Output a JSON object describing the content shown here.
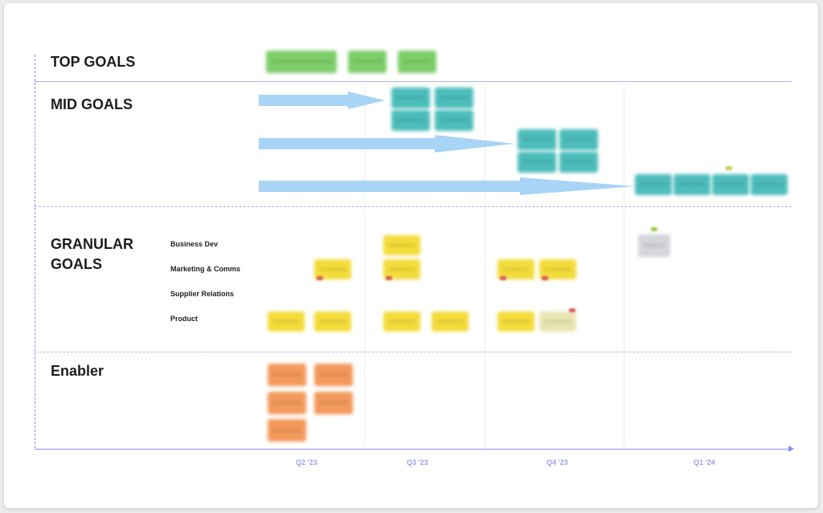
{
  "rows": {
    "top_goals": "TOP GOALS",
    "mid_goals": "MID GOALS",
    "granular_goals_line1": "GRANULAR",
    "granular_goals_line2": "GOALS",
    "enabler": "Enabler"
  },
  "lanes": [
    "Business Dev",
    "Marketing & Comms",
    "Supplier Relations",
    "Product"
  ],
  "quarters": [
    "Q2 '23",
    "Q3 '23",
    "Q4 '23",
    "Q1 '24"
  ],
  "colors": {
    "top_goal": "#7dce69",
    "mid_goal": "#4cbdbb",
    "granular_goal": "#f4dc3a",
    "enabler": "#f3995c",
    "arrow": "#a8d4f5",
    "axis": "#8a90f0"
  }
}
